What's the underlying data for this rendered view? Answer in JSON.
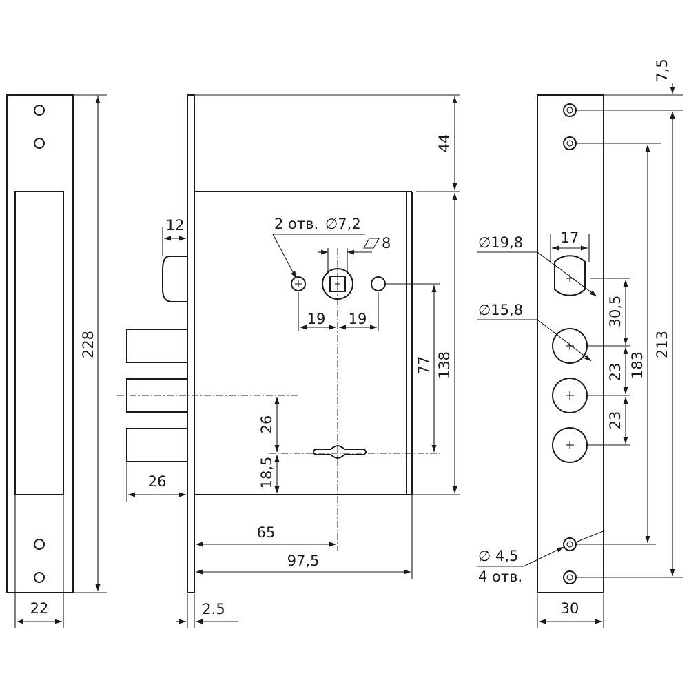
{
  "strike_plate": {
    "width": "22",
    "height": "228"
  },
  "lock_side_view": {
    "faceplate_thickness": "2.5",
    "latch_projection": "12",
    "bolt_projection": "26",
    "top_offset": "44",
    "case_height": "138",
    "spindle_to_key": "77",
    "bolt_spacing": "26",
    "key_to_bottom": "18,5",
    "backset": "65",
    "case_depth": "97,5",
    "spindle_size": "8",
    "screw_holes": "2 отв.",
    "screw_hole_dia": "∅7,2",
    "screw_offset_left": "19",
    "screw_offset_right": "19"
  },
  "faceplate": {
    "width": "30",
    "top_hole_offset": "7,5",
    "latch_width": "17",
    "latch_dia": "∅19,8",
    "bolt_dia": "∅15,8",
    "latch_to_bolt": "30,5",
    "bolt_pitch_1": "23",
    "bolt_pitch_2": "23",
    "inner_holes_distance": "183",
    "outer_holes_distance": "213",
    "fix_hole_dia": "∅ 4,5",
    "fix_hole_count": "4 отв."
  }
}
